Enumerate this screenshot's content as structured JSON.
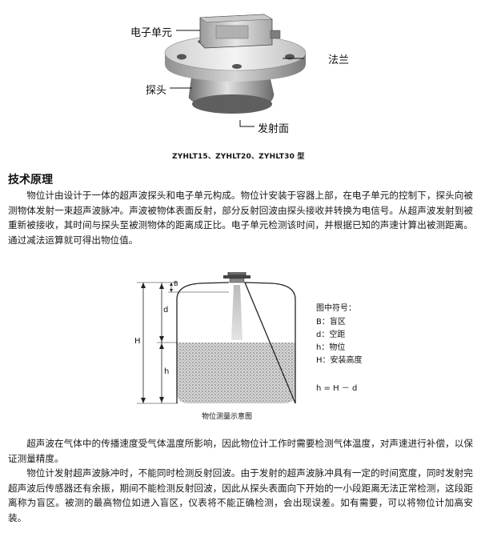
{
  "figure1": {
    "labels": {
      "electronic_unit": "电子单元",
      "flange": "法兰",
      "probe": "探头",
      "emitting_face": "发射面"
    },
    "caption": "ZYHLT15、ZYHLT20、ZYHLT30 型"
  },
  "section": {
    "heading": "技术原理",
    "paragraphs": [
      "物位计由设计于一体的超声波探头和电子单元构成。物位计安装于容器上部，在电子单元的控制下，探头向被测物体发射一束超声波脉冲。声波被物体表面反射，部分反射回波由探头接收并转换为电信号。从超声波发射到被重新被接收，其时间与探头至被测物体的距离成正比。电子单元检测该时间，并根据已知的声速计算出被测距离。通过减法运算就可得出物位值。"
    ]
  },
  "figure2": {
    "dim_B": "B",
    "dim_d": "d",
    "dim_H": "H",
    "dim_h": "h",
    "legend_title": "图中符号：",
    "legend": [
      "B：盲区",
      "d：空距",
      "h：物位",
      "H：安装高度"
    ],
    "formula": "h = H － d",
    "caption": "物位测量示意图"
  },
  "body": {
    "paragraphs": [
      "超声波在气体中的传播速度受气体温度所影响，因此物位计工作时需要检测气体温度，对声速进行补偿，以保证测量精度。",
      "物位计发射超声波脉冲时，不能同时检测反射回波。由于发射的超声波脉冲具有一定的时间宽度，同时发射完超声波后传感器还有余振，期间不能检测反射回波，因此从探头表面向下开始的一小段距离无法正常检测，这段距离称为盲区。被测的最高物位如进入盲区，仪表将不能正确检测，会出现误差。如有需要，可以将物位计加高安装。"
    ]
  }
}
